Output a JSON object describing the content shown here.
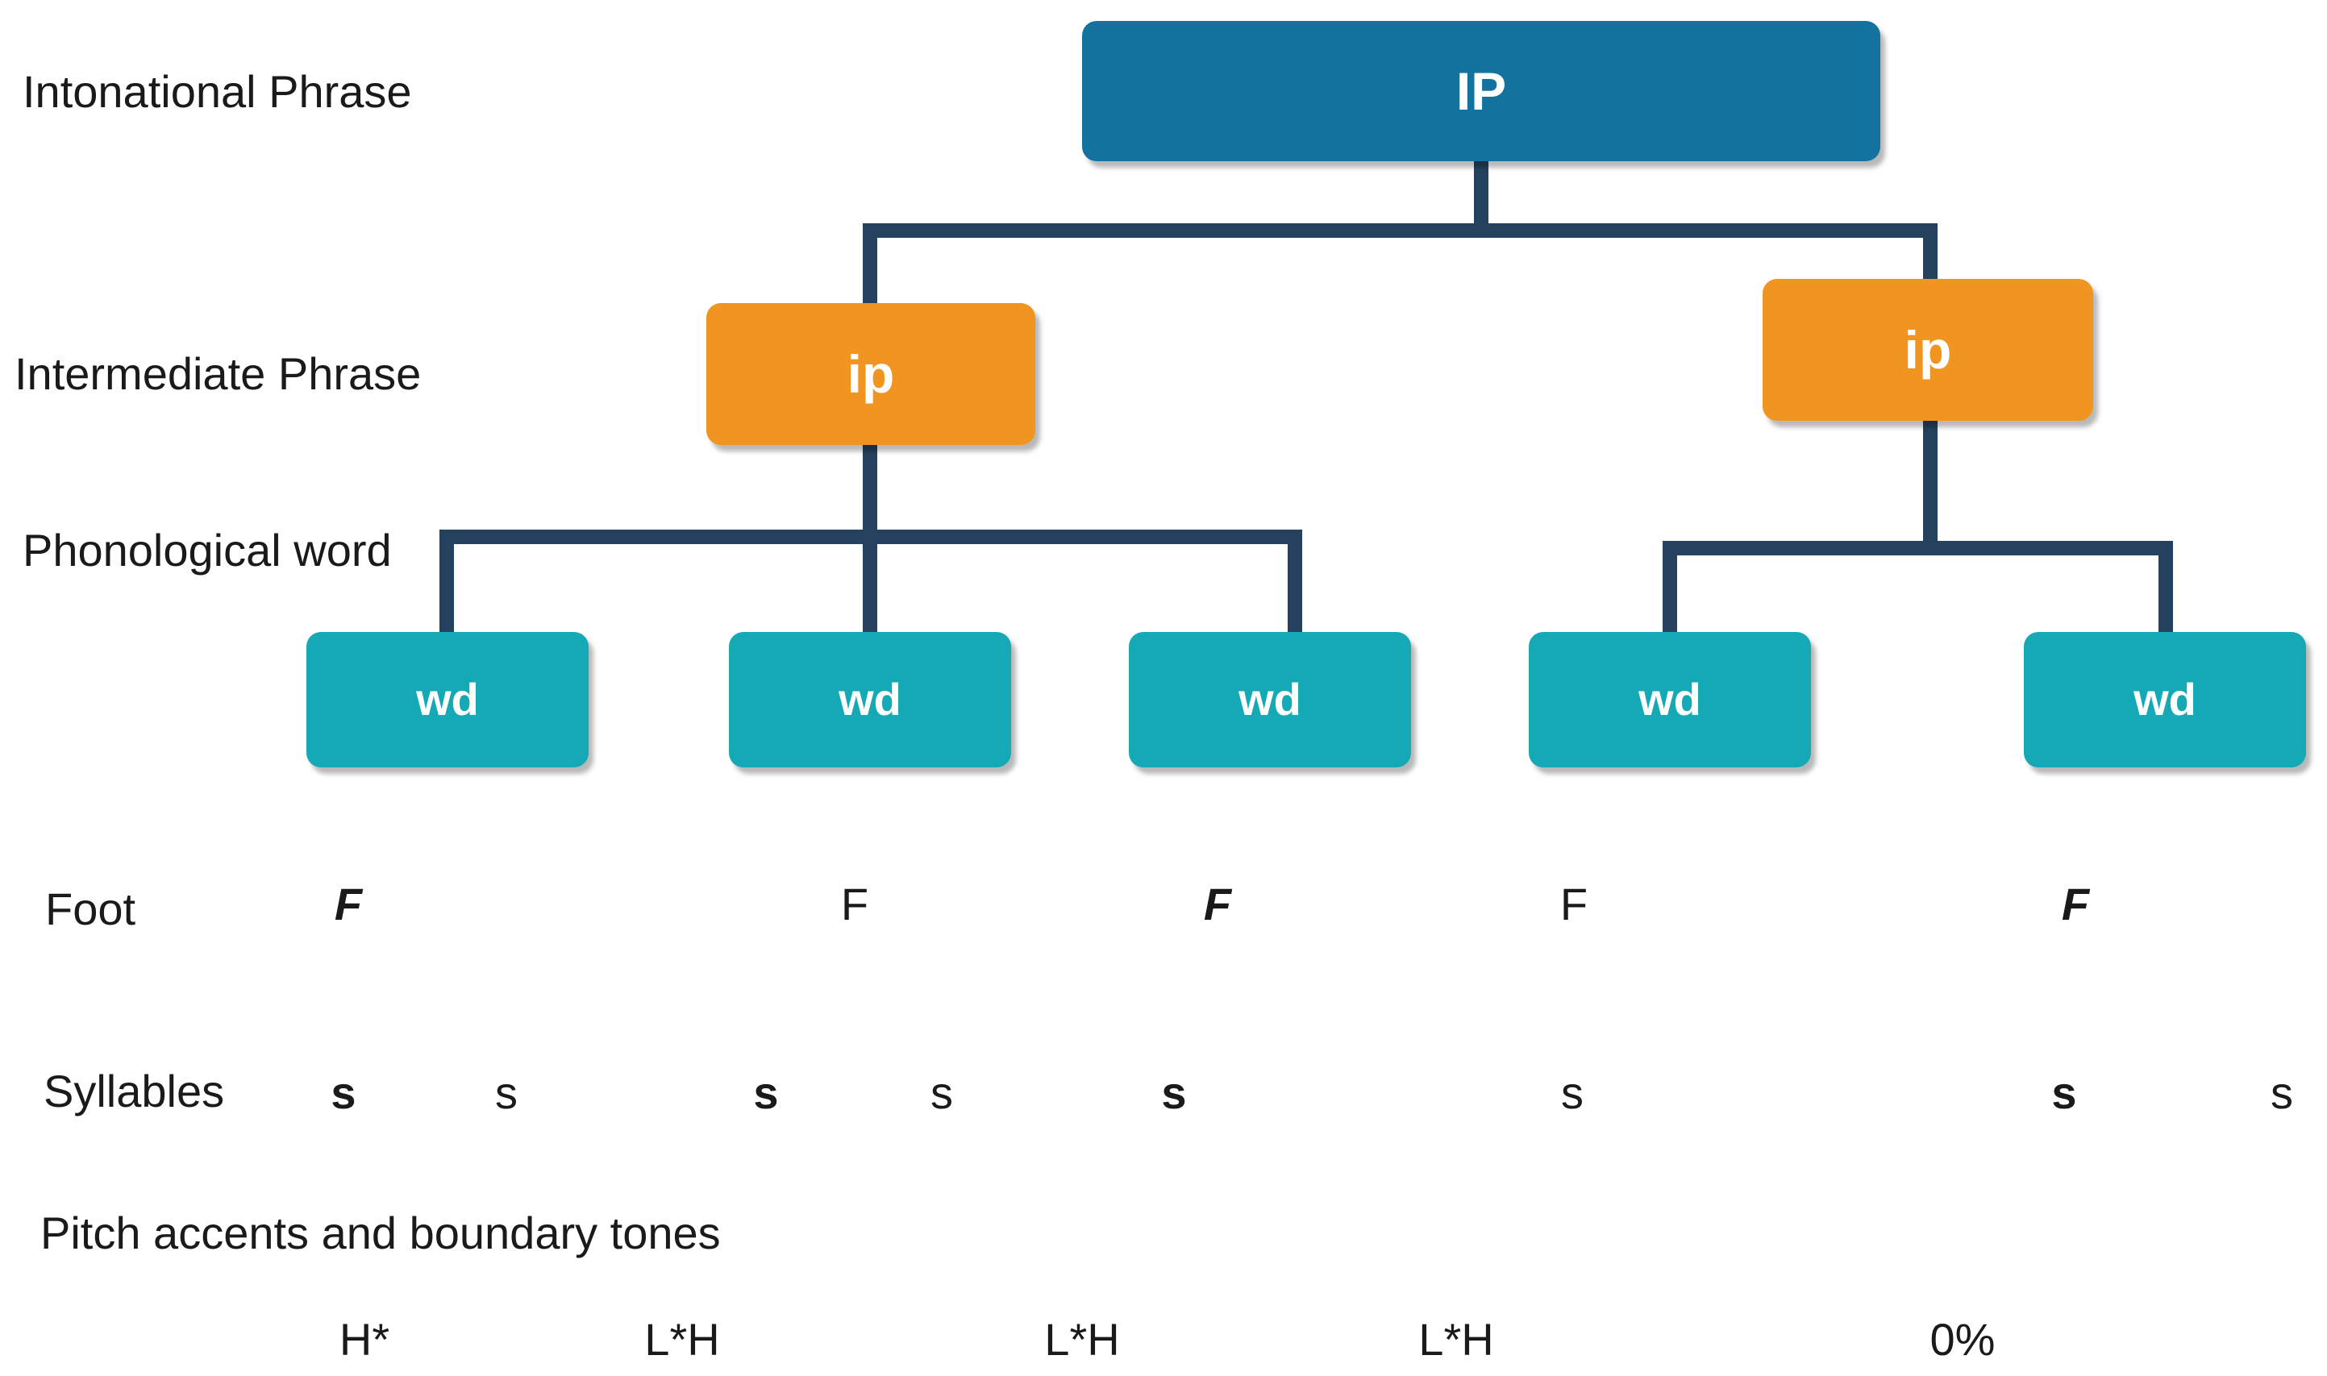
{
  "levels": {
    "intonational_phrase": "Intonational Phrase",
    "intermediate_phrase": "Intermediate Phrase",
    "phonological_word": "Phonological word",
    "foot": "Foot",
    "syllables": "Syllables",
    "pitch": "Pitch accents and boundary tones"
  },
  "nodes": {
    "IP": "IP",
    "ip_left": "ip",
    "ip_right": "ip",
    "wd": [
      "wd",
      "wd",
      "wd",
      "wd",
      "wd"
    ]
  },
  "feet": [
    "F",
    "F",
    "F",
    "F",
    "F"
  ],
  "feet_strength": [
    "strong",
    "weak",
    "strong",
    "weak",
    "strong"
  ],
  "syllables": [
    "s",
    "s",
    "s",
    "s",
    "s",
    "s",
    "s",
    "s"
  ],
  "syllables_strength": [
    "strong",
    "weak",
    "strong",
    "weak",
    "strong",
    "weak",
    "strong",
    "weak"
  ],
  "tones": [
    "H*",
    "L*H",
    "L*H",
    "L*H",
    "0%"
  ],
  "colors": {
    "IP": "#13739e",
    "ip": "#f0951f",
    "wd": "#15a9b5",
    "connector": "#24425e"
  }
}
